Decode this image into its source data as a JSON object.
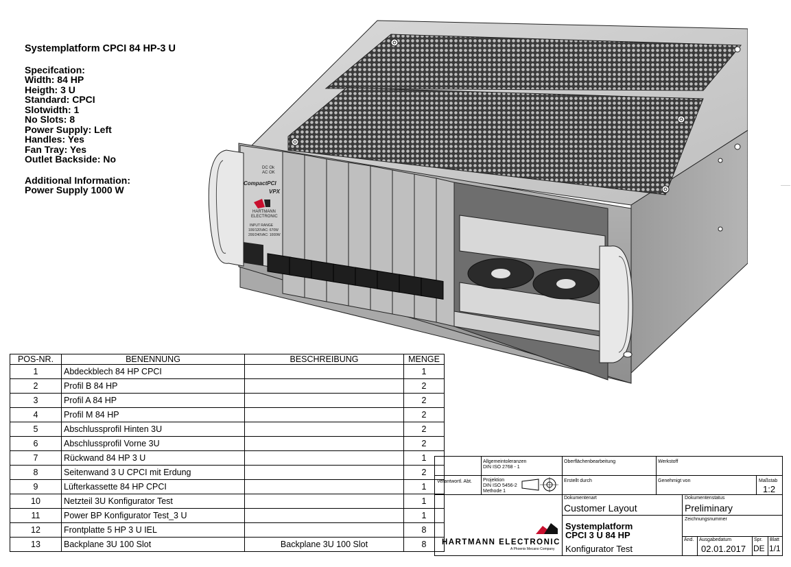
{
  "spec": {
    "title": "Systemplatform CPCI 84 HP-3 U",
    "lines": [
      "Specifcation:",
      "Width: 84 HP",
      "Heigth: 3 U",
      "Standard: CPCI",
      "Slotwidth: 1",
      "No Slots: 8",
      "Power Supply: Left",
      "Handles: Yes",
      "Fan Tray: Yes",
      "Outlet Backside: No"
    ],
    "additional": [
      "Additional Information:",
      "Power Supply 1000 W"
    ]
  },
  "drawing": {
    "psu_text": {
      "status1": "DC Ok",
      "status2": "AC OK",
      "brand1": "CompactPCI",
      "brand2": "VPX",
      "logo1": "HARTMANN",
      "logo2": "ELECTRONIC",
      "input1": "INPUT RANGE",
      "input2": "100/120VAC: 670W",
      "input3": "200/240VAC: 1000W"
    }
  },
  "parts_table": {
    "headers": [
      "POS-NR.",
      "BENENNUNG",
      "BESCHREIBUNG",
      "MENGE"
    ],
    "rows": [
      [
        "1",
        "Abdeckblech 84 HP CPCI",
        "",
        "1"
      ],
      [
        "2",
        "Profil B 84 HP",
        "",
        "2"
      ],
      [
        "3",
        "Profil A 84 HP",
        "",
        "2"
      ],
      [
        "4",
        "Profil M 84 HP",
        "",
        "2"
      ],
      [
        "5",
        "Abschlussprofil Hinten 3U",
        "",
        "2"
      ],
      [
        "6",
        "Abschlussprofil Vorne 3U",
        "",
        "2"
      ],
      [
        "7",
        "Rückwand 84 HP 3 U",
        "",
        "1"
      ],
      [
        "8",
        "Seitenwand 3 U CPCI mit Erdung",
        "",
        "2"
      ],
      [
        "9",
        "Lüfterkassette 84 HP CPCI",
        "",
        "1"
      ],
      [
        "10",
        "Netzteil 3U Konfigurator Test",
        "",
        "1"
      ],
      [
        "11",
        "Power BP Konfigurator Test_3 U",
        "",
        "1"
      ],
      [
        "12",
        "Frontplatte 5 HP 3 U IEL",
        "",
        "8"
      ],
      [
        "13",
        "Backplane 3U 100 Slot",
        "Backplane 3U 100 Slot",
        "8"
      ]
    ]
  },
  "title_block": {
    "allg_label": "Allgemeintoleranzen",
    "allg_value": "DIN ISO 2768 - 1",
    "oberflaeche": "Oberflächenbearbeitung",
    "werkstoff": "Werkstoff",
    "verantwortl": "Verantwortl. Abt.",
    "projektion_1": "Projektion",
    "projektion_2": "DIN ISO 5456-2",
    "projektion_3": "Methode 1",
    "erstellt": "Erstellt durch",
    "genehmigt": "Genehmigt von",
    "massstab_label": "Maßstab",
    "massstab_value": "1:2",
    "dokumentenart_label": "Dokumentenart",
    "dokumentenart_value": "Customer Layout",
    "dokumentenstatus_label": "Dokumentenstatus",
    "dokumentenstatus_value": "Preliminary",
    "zeichnungsnummer_label": "Zeichnungsnummer",
    "title_line1": "Systemplatform",
    "title_line2": "CPCI 3 U 84 HP",
    "title_line3": "Konfigurator Test",
    "aend_label": "Änd.",
    "ausgabedatum_label": "Ausgabedatum",
    "ausgabedatum_value": "02.01.2017",
    "spr_label": "Spr.",
    "spr_value": "DE",
    "blatt_label": "Blatt",
    "blatt_value": "1/1",
    "company": "HARTMANN ELECTRONIC",
    "company_sub": "A Phoenix Mecano Company"
  }
}
